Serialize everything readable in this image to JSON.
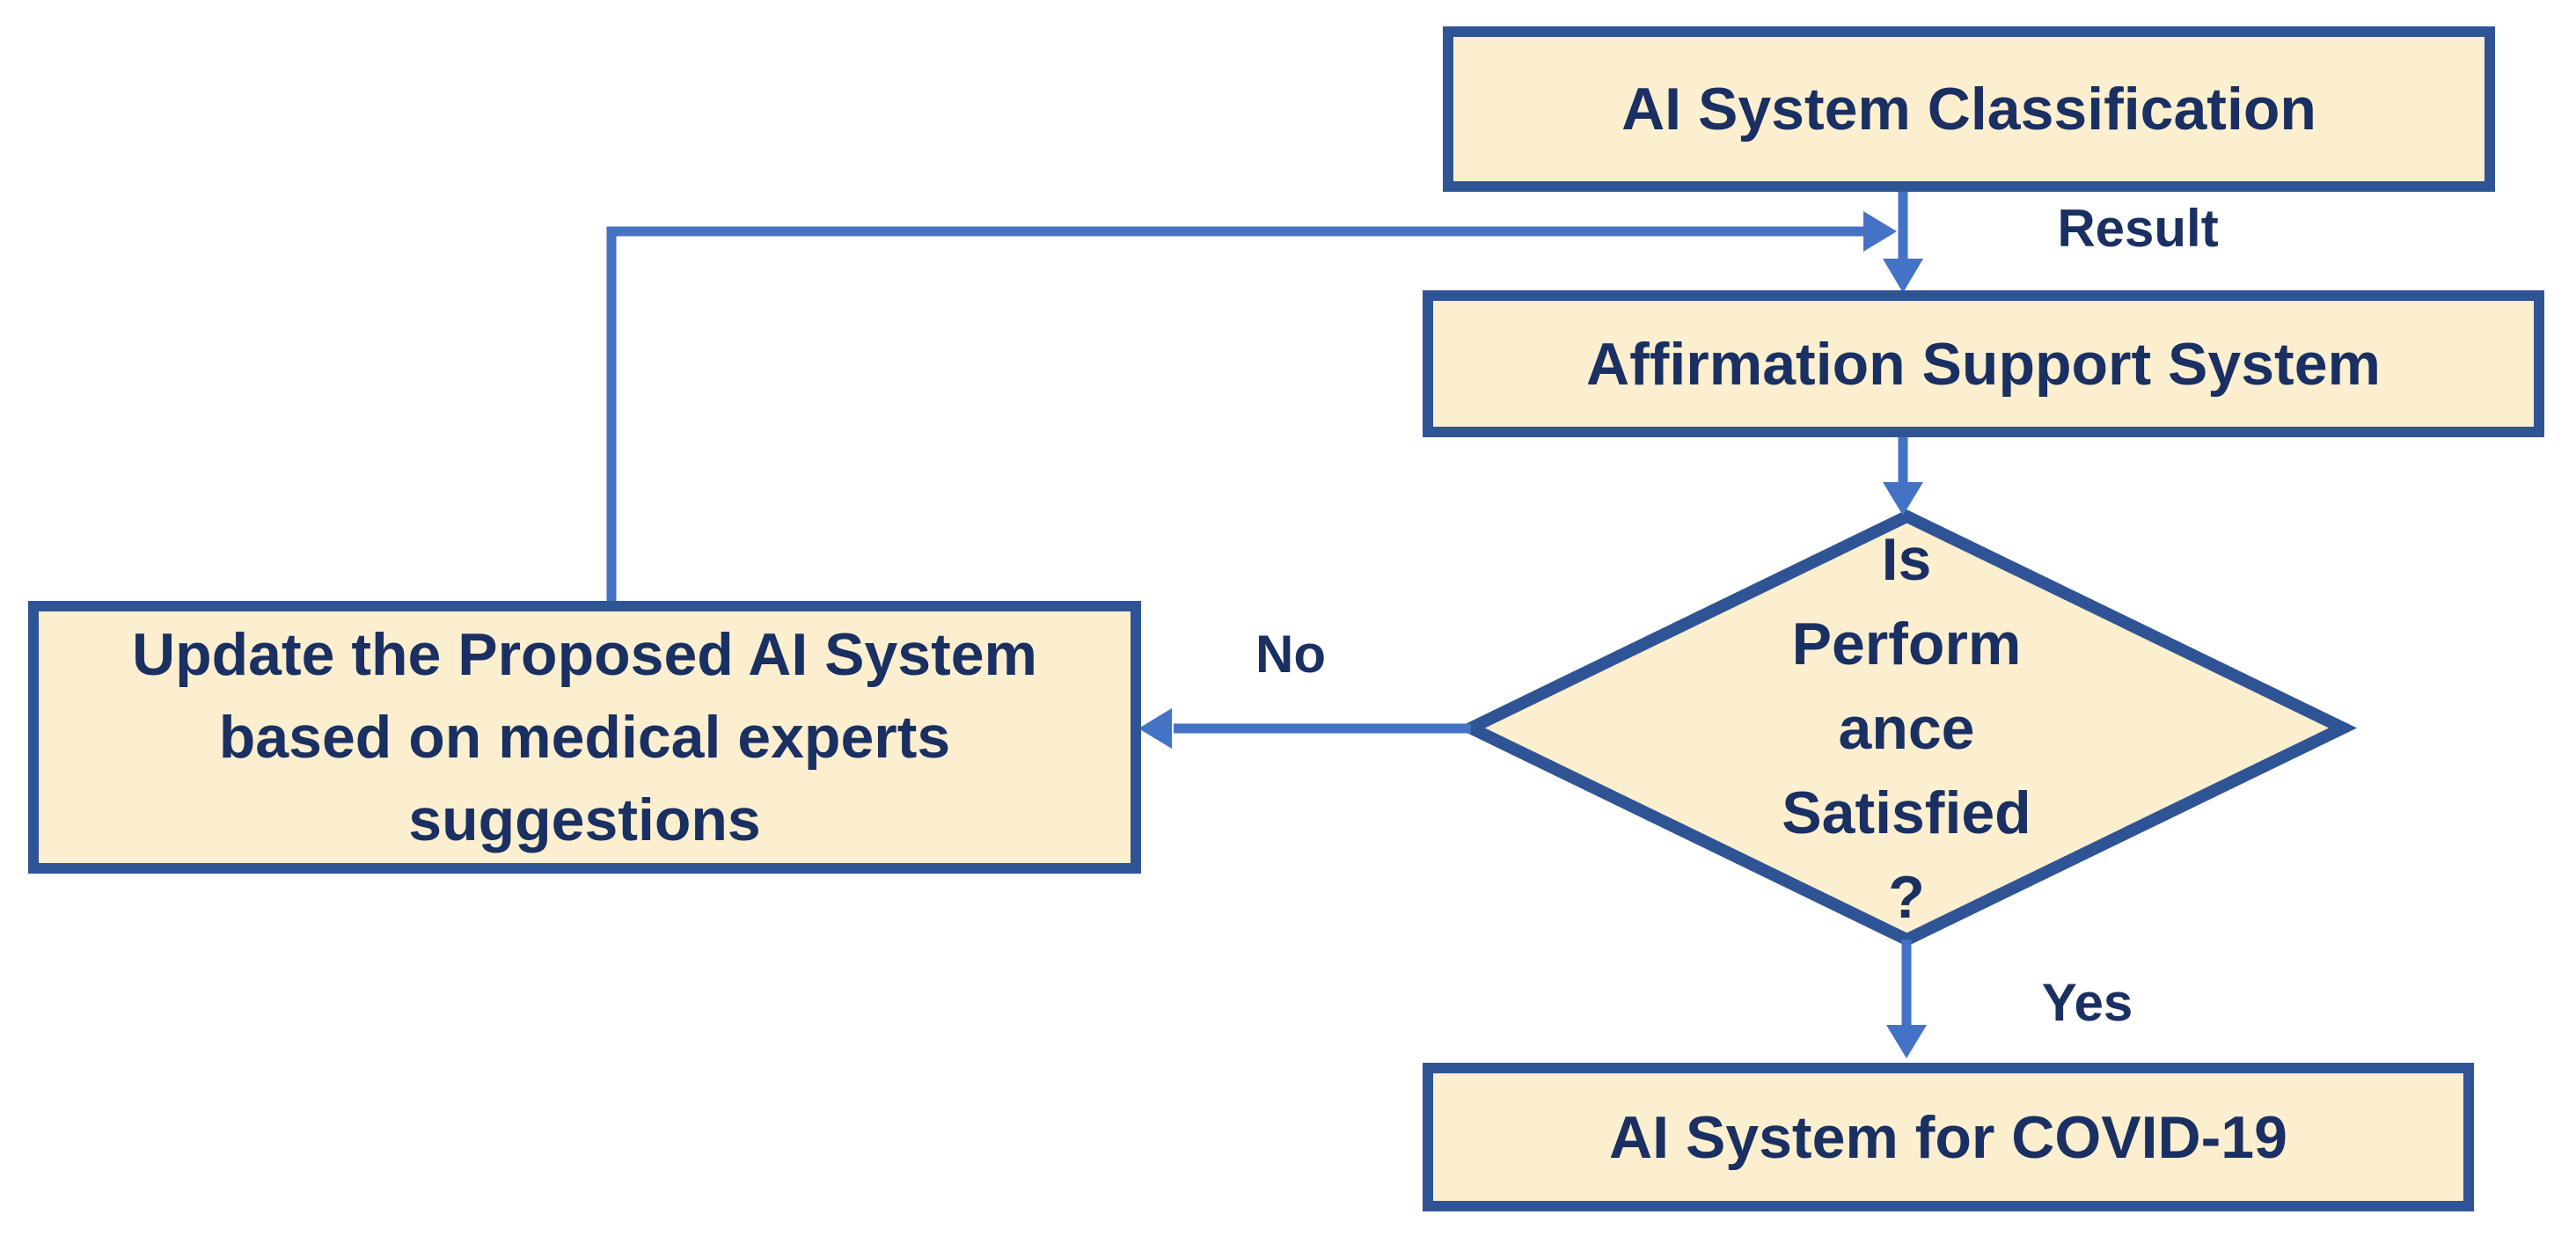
{
  "title": "AI system flowchart",
  "colors": {
    "background": "#FFFFFF",
    "node_fill": "#FBEFCF",
    "node_border": "#2F5496",
    "text": "#1A2F62",
    "arrow": "#4472C4"
  },
  "nodes": {
    "classification": {
      "label": "AI System Classification",
      "shape": "rectangle"
    },
    "affirmation": {
      "label": "Affirmation Support System",
      "shape": "rectangle"
    },
    "decision": {
      "label": "Is\nPerform\nance\nSatisfied\n?",
      "shape": "diamond"
    },
    "update": {
      "label": "Update the Proposed AI System based on medical experts suggestions",
      "shape": "rectangle"
    },
    "covid": {
      "label": "AI System for COVID-19",
      "shape": "rectangle"
    }
  },
  "edges": {
    "classification_to_affirmation": {
      "label": "Result"
    },
    "update_feedback_to_affirmation": {
      "label": ""
    },
    "affirmation_to_decision": {
      "label": ""
    },
    "decision_to_update": {
      "label": "No"
    },
    "decision_to_covid": {
      "label": "Yes"
    }
  },
  "edge_labels": {
    "result": "Result",
    "no": "No",
    "yes": "Yes"
  }
}
